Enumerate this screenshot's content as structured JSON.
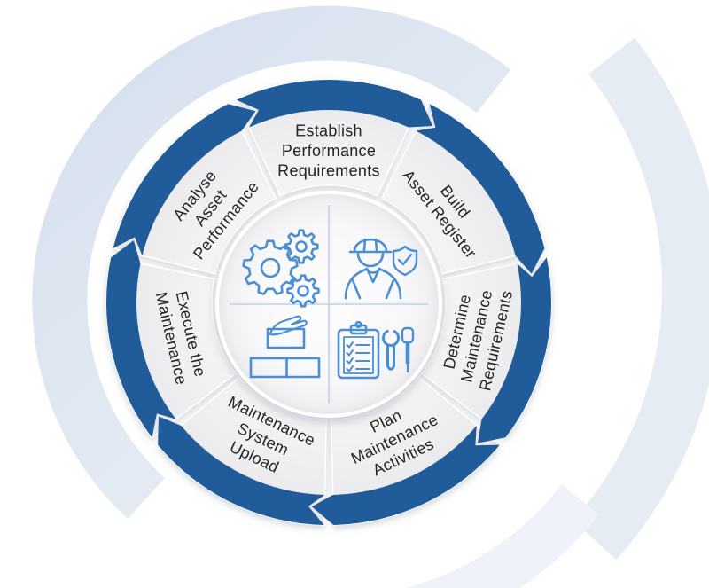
{
  "diagram": {
    "type": "cycle-diagram",
    "flow_direction": "clockwise",
    "colors": {
      "arrow_ring": "#1f5c99",
      "segment_fill": "#ededee",
      "icon_blue": "#4a8fd4",
      "label_text": "#242424",
      "background_swirl": "#dce4ef",
      "hub_divider": "#bcd2ea"
    },
    "segments": [
      {
        "id": "establish-performance-requirements",
        "label": "Establish Performance Requirements",
        "lines": [
          "Establish",
          "Performance",
          "Requirements"
        ]
      },
      {
        "id": "build-asset-register",
        "label": "Build Asset Register",
        "lines": [
          "Build",
          "Asset Register"
        ]
      },
      {
        "id": "determine-maintenance-requirements",
        "label": "Determine Maintenance Requirements",
        "lines": [
          "Determine",
          "Maintenance",
          "Requirements"
        ]
      },
      {
        "id": "plan-maintenance-activities",
        "label": "Plan Maintenance Activities",
        "lines": [
          "Plan",
          "Maintenance",
          "Activities"
        ]
      },
      {
        "id": "maintenance-system-upload",
        "label": "Maintenance System Upload",
        "lines": [
          "Maintenance",
          "System",
          "Upload"
        ]
      },
      {
        "id": "execute-the-maintenance",
        "label": "Execute the Maintenance",
        "lines": [
          "Execute the",
          "Maintenance"
        ]
      },
      {
        "id": "analyse-asset-performance",
        "label": "Analyse Asset Performance",
        "lines": [
          "Analyse",
          "Asset",
          "Performance"
        ]
      }
    ],
    "hub": {
      "icons": [
        {
          "name": "gears-icon",
          "quadrant": "top-left"
        },
        {
          "name": "worker-safety-shield-icon",
          "quadrant": "top-right"
        },
        {
          "name": "bricklaying-hand-icon",
          "quadrant": "bottom-left"
        },
        {
          "name": "checklist-tools-icon",
          "quadrant": "bottom-right"
        }
      ]
    }
  }
}
